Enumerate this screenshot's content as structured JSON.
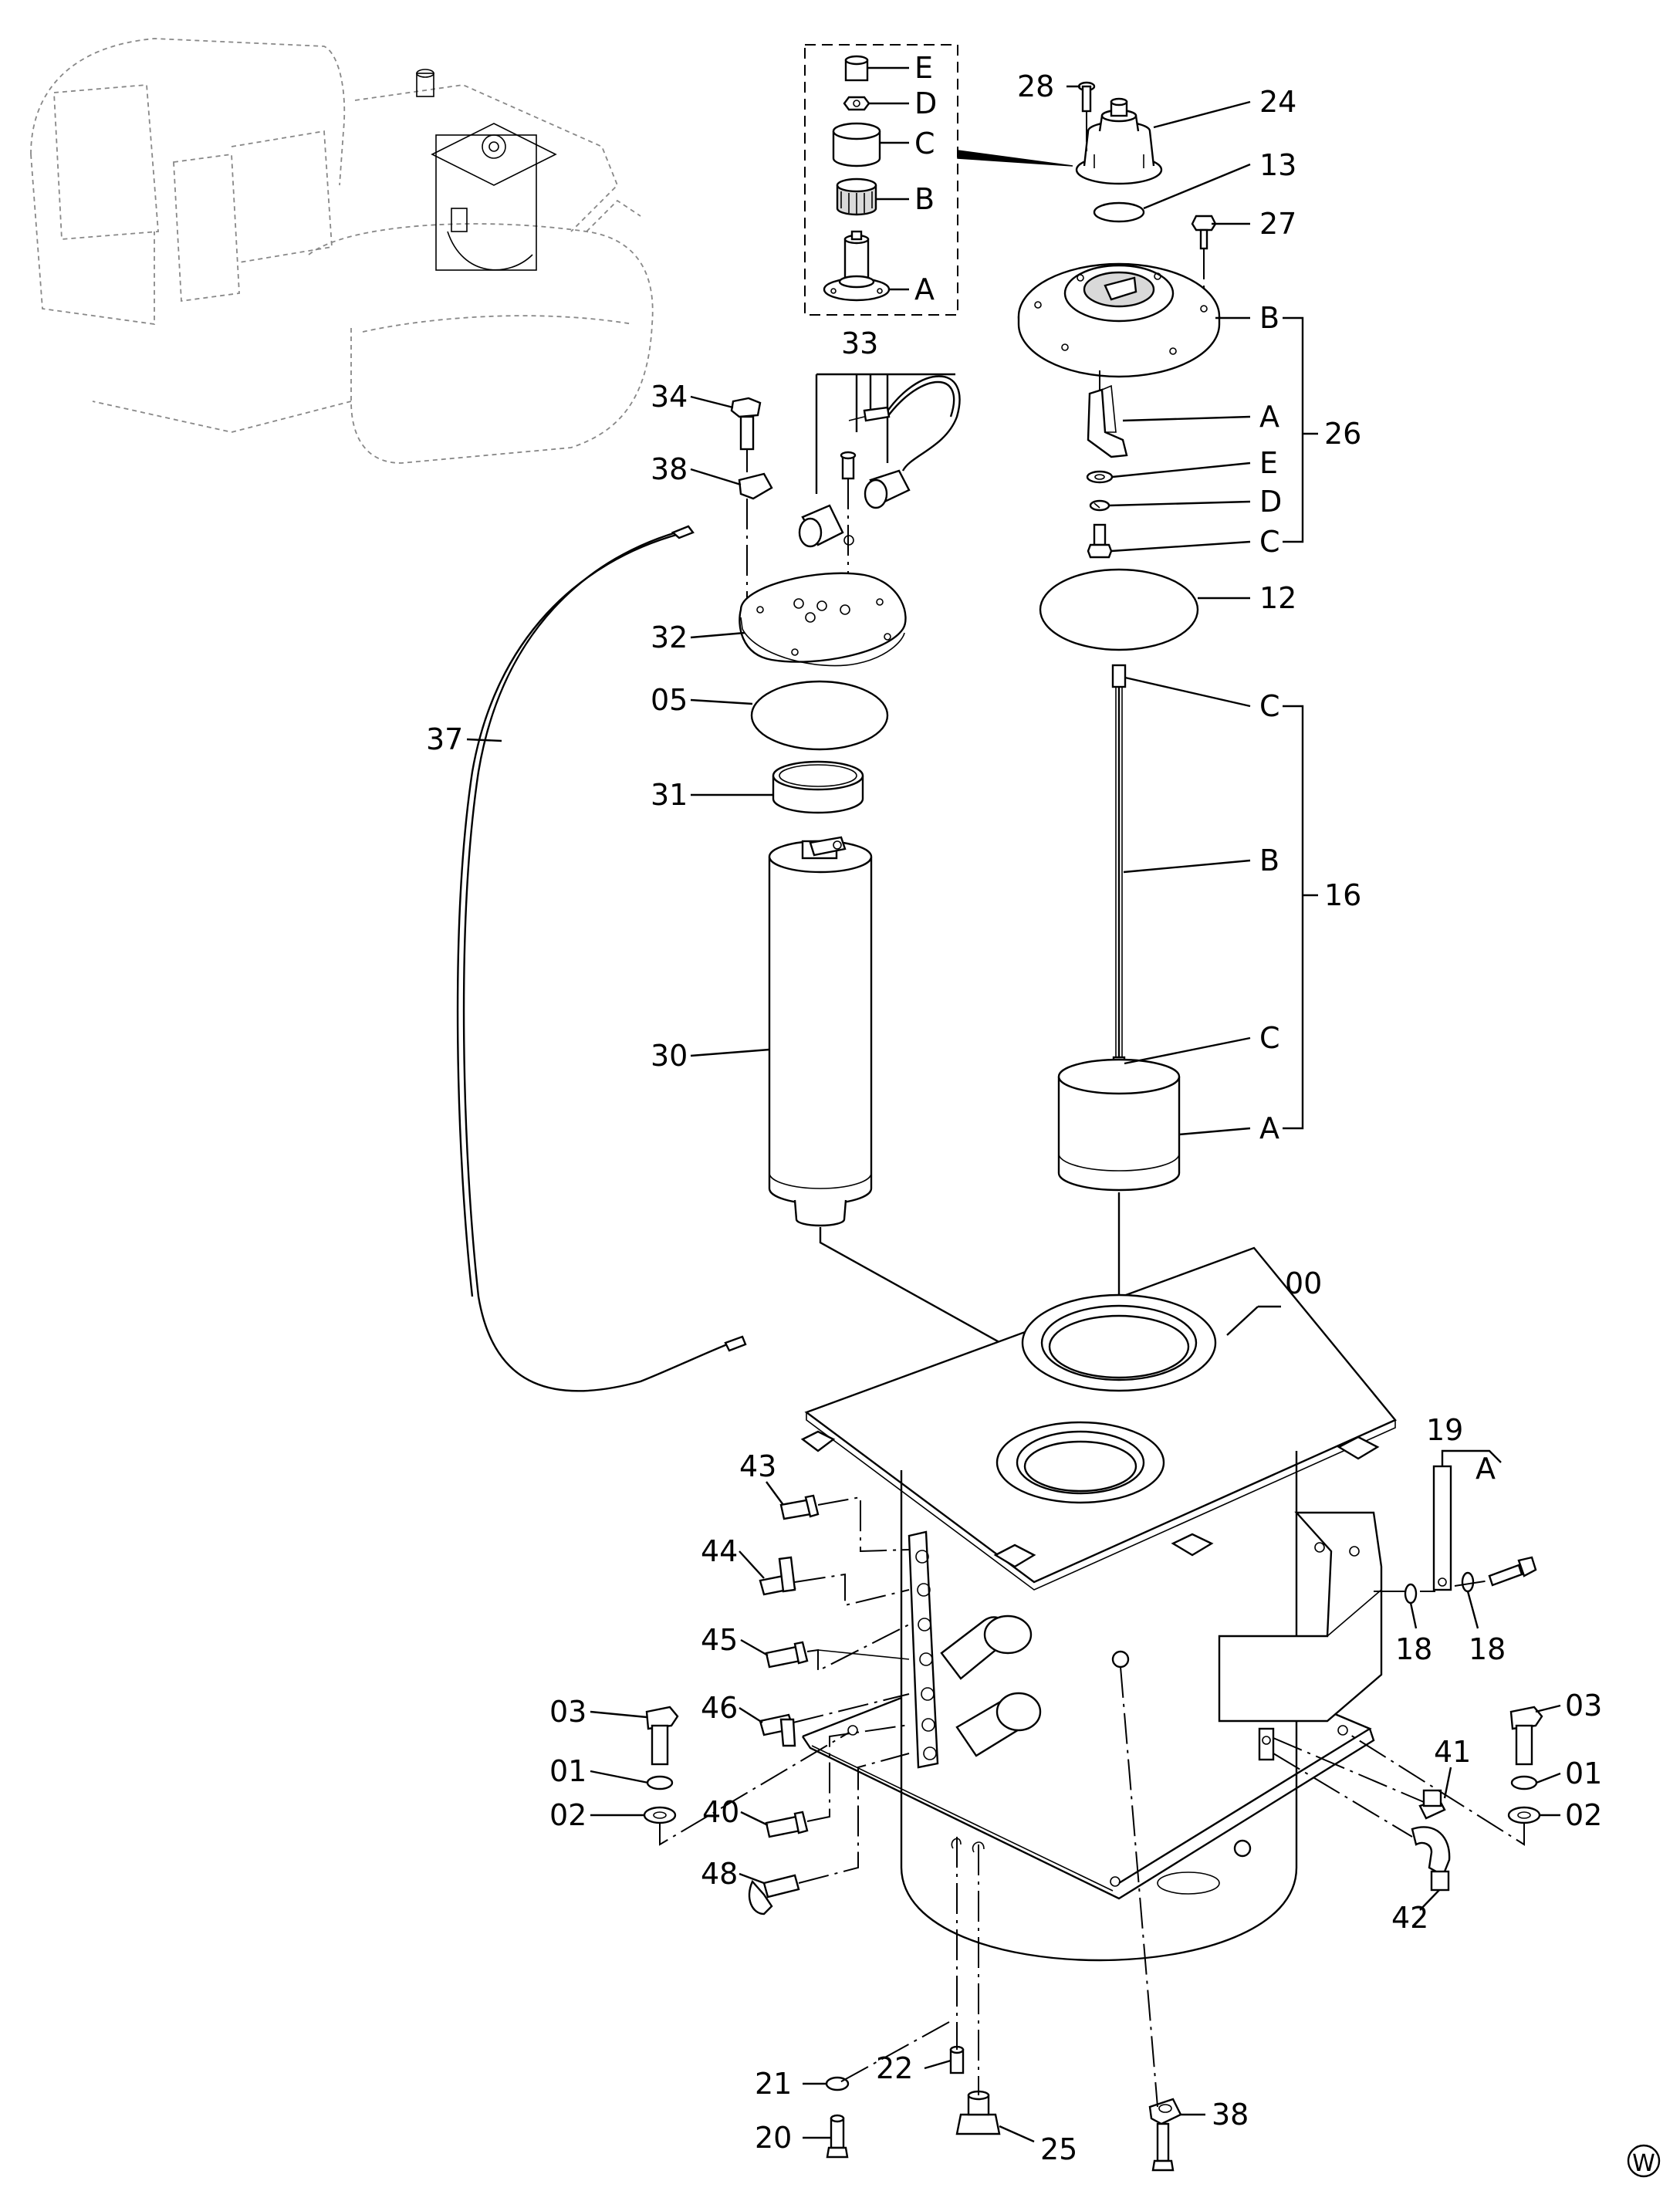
{
  "labels": {
    "p00": "00",
    "p01a": "01",
    "p01b": "01",
    "p02a": "02",
    "p02b": "02",
    "p03a": "03",
    "p03b": "03",
    "p05": "05",
    "p12": "12",
    "p13": "13",
    "p16": "16",
    "p18a": "18",
    "p18b": "18",
    "p19": "19",
    "p20": "20",
    "p21": "21",
    "p22": "22",
    "p24": "24",
    "p25": "25",
    "p26": "26",
    "p27": "27",
    "p28": "28",
    "p30": "30",
    "p31": "31",
    "p32": "32",
    "p33": "33",
    "p34": "34",
    "p37": "37",
    "p38a": "38",
    "p38b": "38",
    "p40": "40",
    "p41": "41",
    "p42": "42",
    "p43": "43",
    "p44": "44",
    "p45": "45",
    "p46": "46",
    "p48": "48"
  },
  "sub": {
    "inset_E": "E",
    "inset_D": "D",
    "inset_C": "C",
    "inset_B": "B",
    "inset_A": "A",
    "g26_B": "B",
    "g26_A": "A",
    "g26_E": "E",
    "g26_D": "D",
    "g26_C": "C",
    "g16_C1": "C",
    "g16_B": "B",
    "g16_C2": "C",
    "g16_A": "A",
    "g19_A": "A"
  },
  "corner_mark": "W"
}
